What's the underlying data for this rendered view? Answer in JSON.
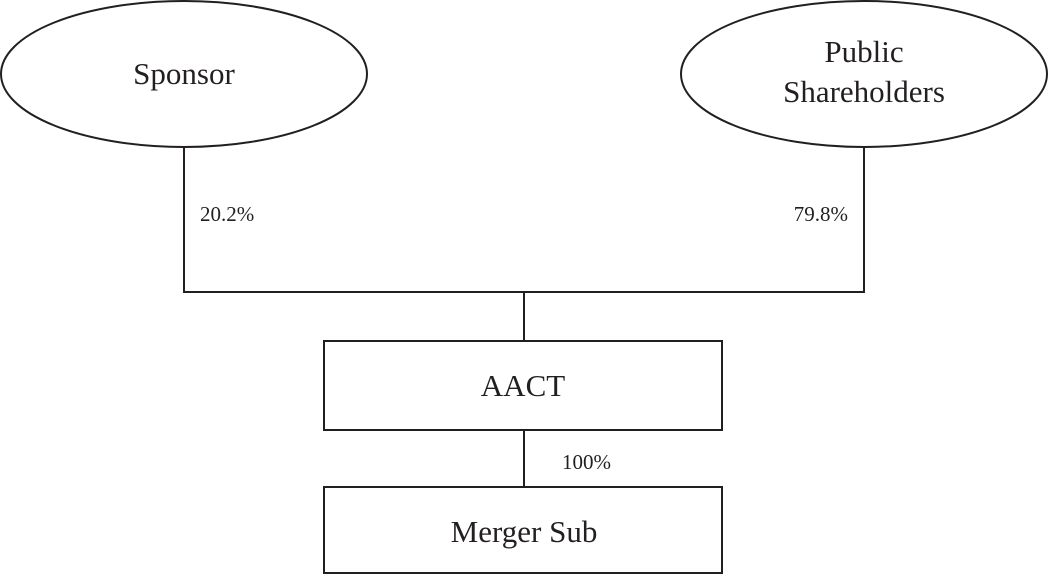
{
  "nodes": {
    "sponsor": {
      "label": "Sponsor"
    },
    "public_shareholders": {
      "label_line1": "Public",
      "label_line2": "Shareholders"
    },
    "aact": {
      "label": "AACT"
    },
    "merger_sub": {
      "label": "Merger Sub"
    }
  },
  "ownership": {
    "sponsor_to_aact": "20.2%",
    "public_to_aact": "79.8%",
    "aact_to_merger_sub": "100%"
  }
}
